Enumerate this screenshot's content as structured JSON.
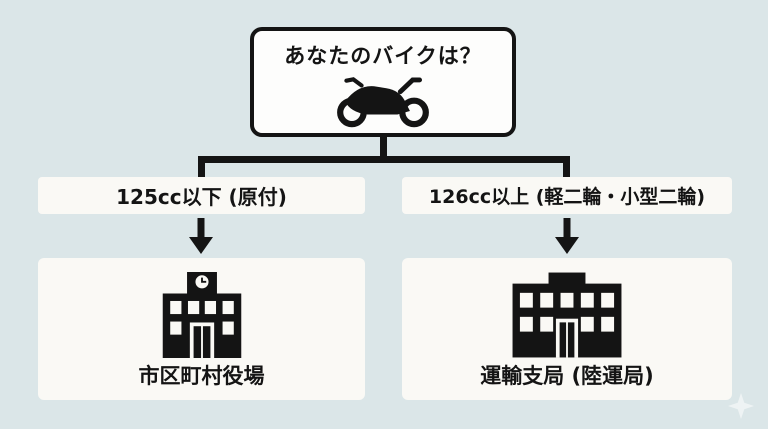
{
  "diagram_type": "flowchart",
  "colors": {
    "background": "#dbe6e8",
    "node_fill": "#fdfdfc",
    "box_fill": "#faf9f5",
    "ink": "#141414"
  },
  "root": {
    "question": "あなたのバイクは？",
    "icon": "motorcycle-icon"
  },
  "branches": [
    {
      "condition": "125cc以下 (原付)",
      "destination": "市区町村役場",
      "icon": "city-hall-icon"
    },
    {
      "condition": "126cc以上 (軽二輪・小型二輪)",
      "destination": "運輸支局 (陸運局)",
      "icon": "government-building-icon"
    }
  ]
}
